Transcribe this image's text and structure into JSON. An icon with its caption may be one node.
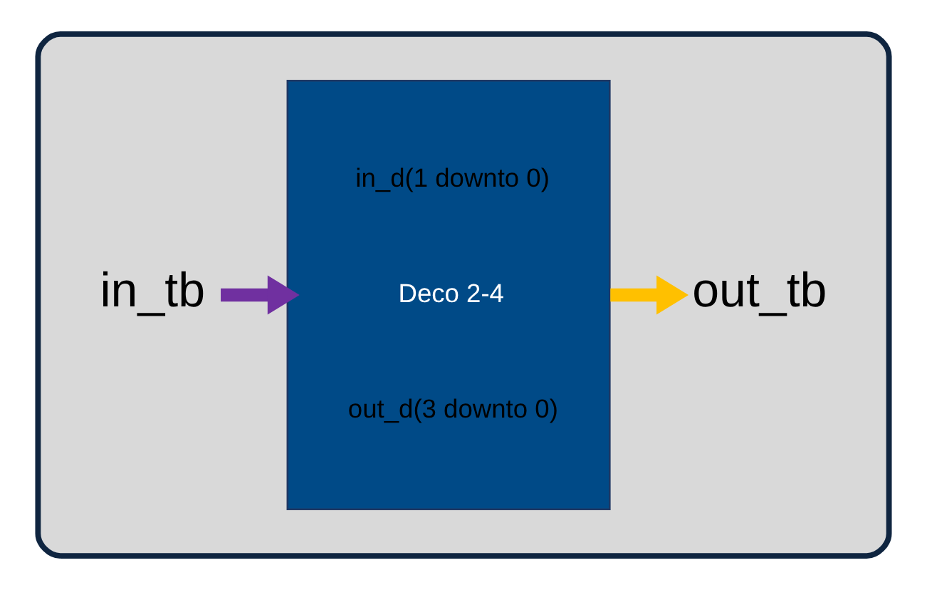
{
  "diagram": {
    "nodes": [
      {
        "text": [],
        "shape": "box"
      },
      {
        "text": [
          "in_tb"
        ],
        "in": 0
      },
      {
        "text": [
          "in_d(1 downto 0)",
          "Deco 2-4",
          "out_d(3 downto 0)"
        ],
        "in": 0
      },
      {
        "text": [
          "out_tb"
        ],
        "in": 0
      }
    ],
    "edges": [
      {
        "from": 1,
        "to": 2,
        "arrow": "to",
        "color": "#7030a0"
      },
      {
        "from": 2,
        "to": 3,
        "arrow": "to",
        "color": "#ffc000"
      }
    ]
  }
}
